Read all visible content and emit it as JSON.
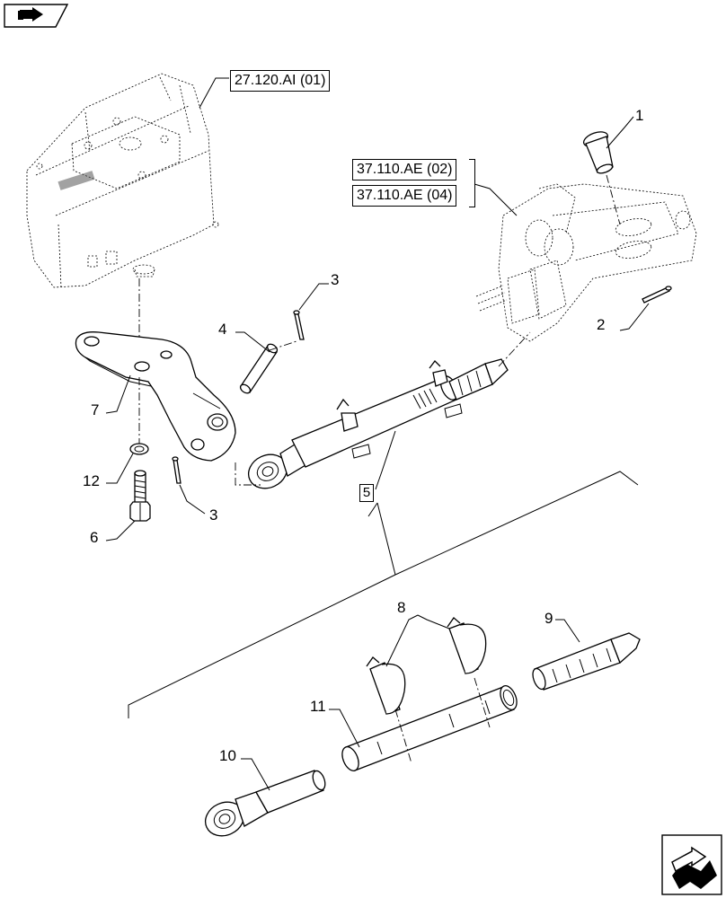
{
  "references": {
    "top": "27.120.AI (01)",
    "right_a": "37.110.AE (02)",
    "right_b": "37.110.AE (04)"
  },
  "callouts": {
    "c1": "1",
    "c2": "2",
    "c3a": "3",
    "c3b": "3",
    "c4": "4",
    "c5": "5",
    "c6": "6",
    "c7": "7",
    "c8": "8",
    "c9": "9",
    "c10": "10",
    "c11": "11",
    "c12": "12"
  },
  "icons": {
    "top_left": "book-arrow-icon",
    "bottom_right": "navigate-back-icon"
  }
}
